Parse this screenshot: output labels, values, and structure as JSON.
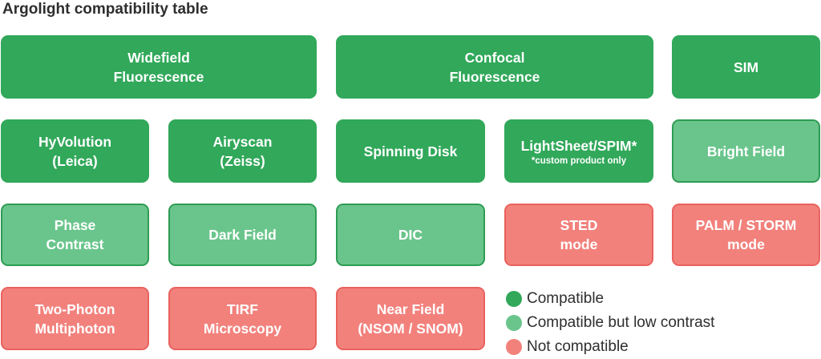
{
  "title": "Argolight compatibility table",
  "colors": {
    "compatible": "#31a85a",
    "low_contrast": "#6ac58c",
    "not_compatible": "#f2817c",
    "low_contrast_border": "#2e9c54",
    "not_compatible_border": "#e9625e"
  },
  "tiles": [
    {
      "lines": [
        "Widefield",
        "Fluorescence"
      ],
      "sub": "",
      "status": "compatible"
    },
    {
      "lines": [
        "Confocal",
        "Fluorescence"
      ],
      "sub": "",
      "status": "compatible"
    },
    {
      "lines": [
        "SIM"
      ],
      "sub": "",
      "status": "compatible"
    },
    {
      "lines": [
        "HyVolution",
        "(Leica)"
      ],
      "sub": "",
      "status": "compatible"
    },
    {
      "lines": [
        "Airyscan",
        "(Zeiss)"
      ],
      "sub": "",
      "status": "compatible"
    },
    {
      "lines": [
        "Spinning Disk"
      ],
      "sub": "",
      "status": "compatible"
    },
    {
      "lines": [
        "LightSheet/SPIM*"
      ],
      "sub": "*custom product only",
      "status": "compatible"
    },
    {
      "lines": [
        "Bright Field"
      ],
      "sub": "",
      "status": "low_contrast"
    },
    {
      "lines": [
        "Phase",
        "Contrast"
      ],
      "sub": "",
      "status": "low_contrast"
    },
    {
      "lines": [
        "Dark Field"
      ],
      "sub": "",
      "status": "low_contrast"
    },
    {
      "lines": [
        "DIC"
      ],
      "sub": "",
      "status": "low_contrast"
    },
    {
      "lines": [
        "STED",
        "mode"
      ],
      "sub": "",
      "status": "not_compatible"
    },
    {
      "lines": [
        "PALM / STORM",
        "mode"
      ],
      "sub": "",
      "status": "not_compatible"
    },
    {
      "lines": [
        "Two-Photon",
        "Multiphoton"
      ],
      "sub": "",
      "status": "not_compatible"
    },
    {
      "lines": [
        "TIRF",
        "Microscopy"
      ],
      "sub": "",
      "status": "not_compatible"
    },
    {
      "lines": [
        "Near Field",
        "(NSOM / SNOM)"
      ],
      "sub": "",
      "status": "not_compatible"
    }
  ],
  "legend": [
    {
      "label": "Compatible",
      "status": "compatible"
    },
    {
      "label": "Compatible but low contrast",
      "status": "low_contrast"
    },
    {
      "label": "Not compatible",
      "status": "not_compatible"
    }
  ]
}
